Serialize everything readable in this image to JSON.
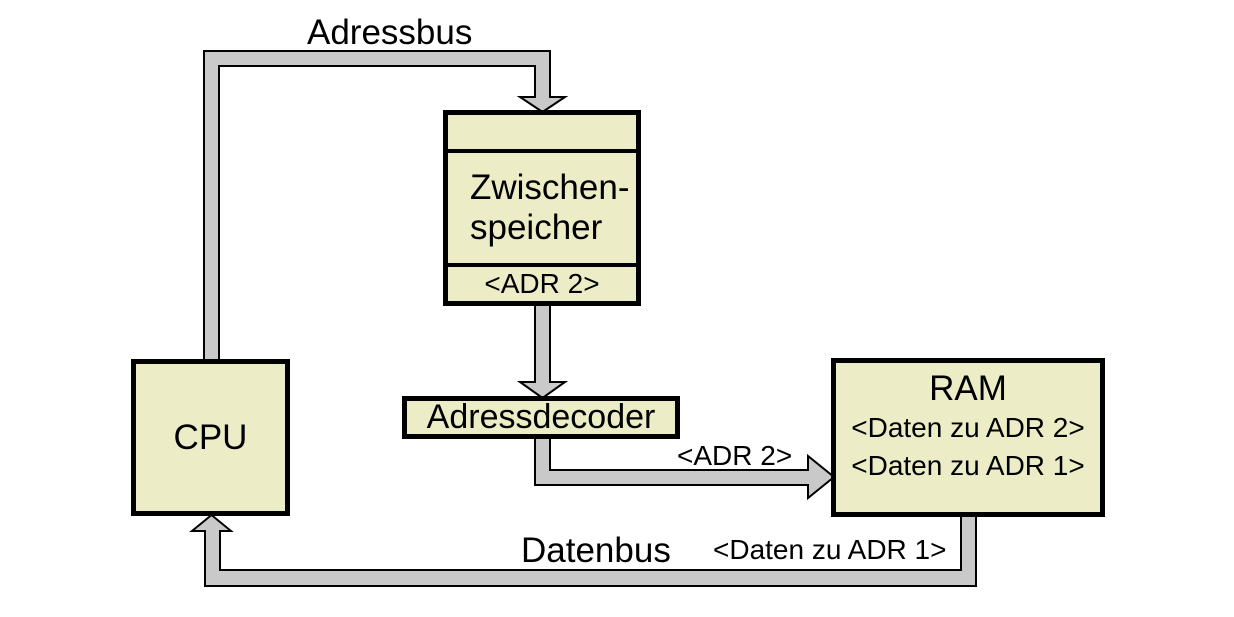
{
  "colors": {
    "bg": "#ffffff",
    "box_fill": "#ececc6",
    "bus_fill": "#c9c9c9",
    "line_color": "#000000",
    "text_color": "#000000"
  },
  "boxes": {
    "cpu": {
      "label": "CPU"
    },
    "buffer": {
      "label_line1": "Zwischen-",
      "label_line2": "speicher",
      "slot_value": "<ADR 2>"
    },
    "decoder": {
      "label": "Adressdecoder"
    },
    "ram": {
      "label": "RAM",
      "row1": "<Daten zu ADR 2>",
      "row2": "<Daten zu ADR 1>"
    }
  },
  "bus_labels": {
    "adressbus": "Adressbus",
    "datenbus": "Datenbus",
    "adr2": "<ADR 2>",
    "daten_zu_adr1": "<Daten zu ADR 1>"
  }
}
